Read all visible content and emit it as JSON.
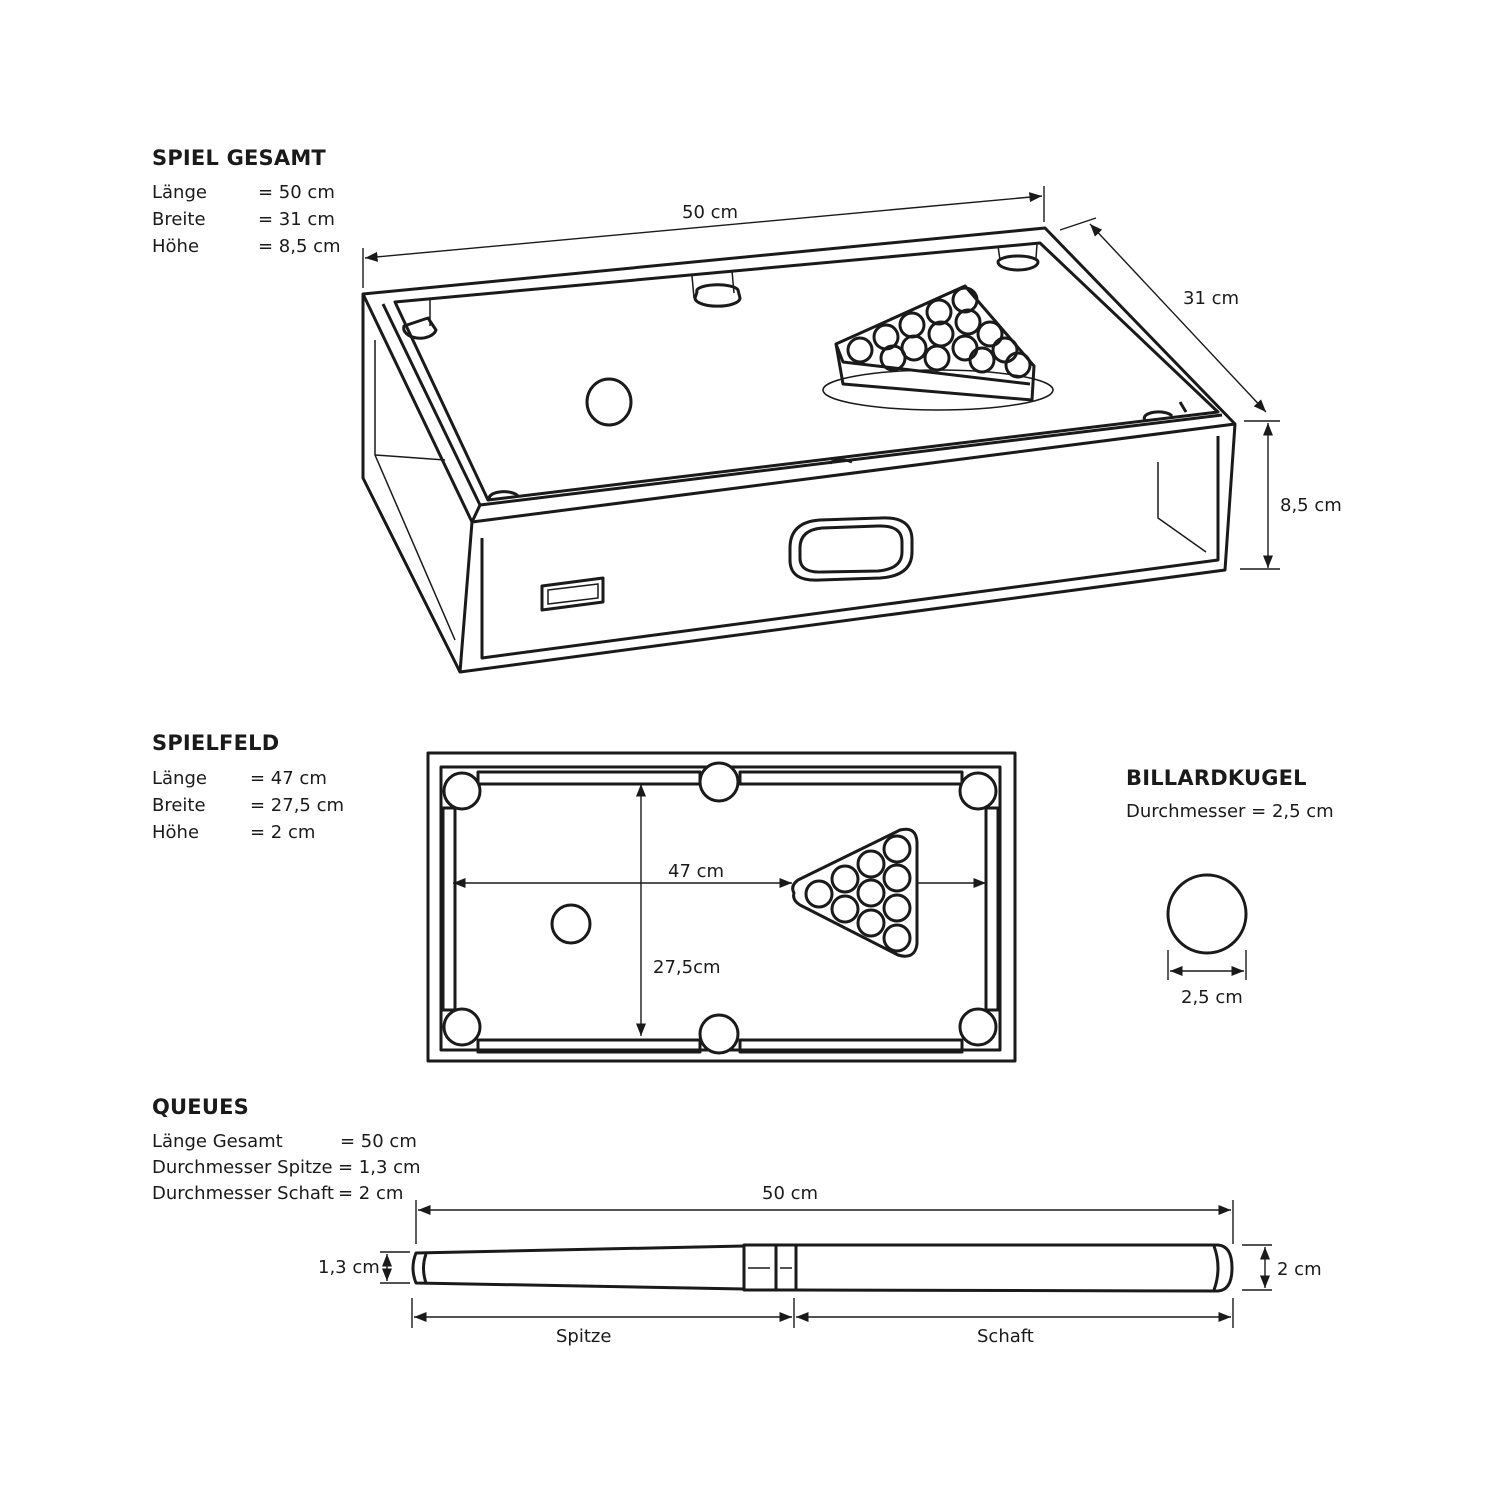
{
  "sections": {
    "game": {
      "title": "SPIEL GESAMT",
      "specs": [
        {
          "label": "Länge",
          "value": "=  50 cm"
        },
        {
          "label": "Breite",
          "value": "=  31 cm"
        },
        {
          "label": "Höhe",
          "value": "=  8,5 cm"
        }
      ]
    },
    "field": {
      "title": "SPIELFELD",
      "specs": [
        {
          "label": "Länge",
          "value": "=  47 cm"
        },
        {
          "label": "Breite",
          "value": "=  27,5 cm"
        },
        {
          "label": "Höhe",
          "value": "=  2 cm"
        }
      ]
    },
    "ball": {
      "title": "BILLARDKUGEL",
      "spec": "Durchmesser  =  2,5 cm"
    },
    "cue": {
      "title": "QUEUES",
      "specs": [
        {
          "label": "Länge Gesamt",
          "value": "=  50 cm"
        },
        {
          "label": "Durchmesser Spitze",
          "value": "=  1,3 cm"
        },
        {
          "label": "Durchmesser Schaft",
          "value": "=  2 cm"
        }
      ]
    }
  },
  "dimensions": {
    "table_length": "50 cm",
    "table_width": "31 cm",
    "table_height": "8,5 cm",
    "field_length": "47 cm",
    "field_width": "27,5cm",
    "ball_diameter": "2,5 cm",
    "cue_length": "50 cm",
    "cue_tip_diameter": "1,3 cm",
    "cue_butt_diameter": "2 cm",
    "cue_tip_part": "Spitze",
    "cue_butt_part": "Schaft"
  }
}
